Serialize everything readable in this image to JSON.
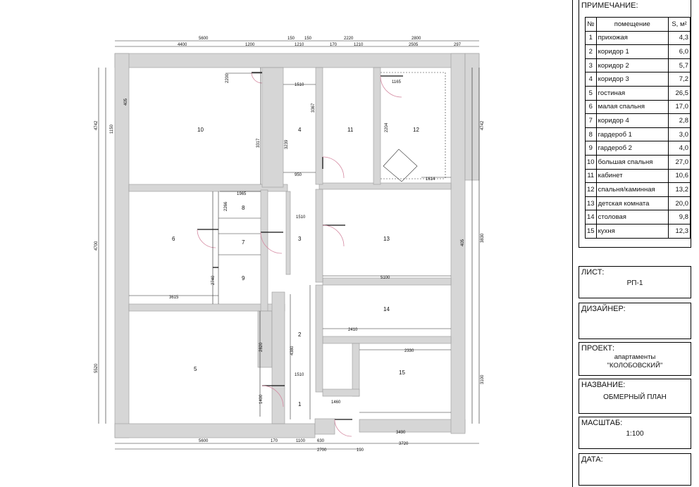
{
  "notes": {
    "title": "ПРИМЕЧАНИЕ:",
    "columns": [
      "№",
      "помещение",
      "S, м²"
    ],
    "rows": [
      [
        "1",
        "прихожая",
        "4,3"
      ],
      [
        "2",
        "коридор 1",
        "6,0"
      ],
      [
        "3",
        "коридор 2",
        "5,7"
      ],
      [
        "4",
        "коридор 3",
        "7,2"
      ],
      [
        "5",
        "гостиная",
        "26,5"
      ],
      [
        "6",
        "малая спальня",
        "17,0"
      ],
      [
        "7",
        "коридор 4",
        "2,8"
      ],
      [
        "8",
        "гардероб 1",
        "3,0"
      ],
      [
        "9",
        "гардероб 2",
        "4,0"
      ],
      [
        "10",
        "большая спальня",
        "27,0"
      ],
      [
        "11",
        "кабинет",
        "10,6"
      ],
      [
        "12",
        "спальня/каминная",
        "13,2"
      ],
      [
        "13",
        "детская комната",
        "20,0"
      ],
      [
        "14",
        "столовая",
        "9,8"
      ],
      [
        "15",
        "кухня",
        "12,3"
      ]
    ]
  },
  "title_block": {
    "sheet_label": "ЛИСТ:",
    "sheet_value": "РП-1",
    "designer_label": "ДИЗАЙНЕР:",
    "designer_value": "",
    "project_label": "ПРОЕКТ:",
    "project_line1": "апартаменты",
    "project_line2": "\"КОЛОБОВСКИЙ\"",
    "name_label": "НАЗВАНИЕ:",
    "name_value": "ОБМЕРНЫЙ ПЛАН",
    "scale_label": "МАСШТАБ:",
    "scale_value": "1:100",
    "date_label": "ДАТА:",
    "date_value": ""
  },
  "plan": {
    "room_labels": [
      "1",
      "2",
      "3",
      "4",
      "5",
      "6",
      "7",
      "8",
      "9",
      "10",
      "11",
      "12",
      "13",
      "14",
      "15"
    ],
    "top_dims": [
      "5600",
      "4400",
      "1200",
      "150",
      "150",
      "1210",
      "2220",
      "170",
      "1210",
      "2800",
      "2505",
      "297"
    ],
    "bottom_dims": [
      "5600",
      "170",
      "1100",
      "630",
      "2700",
      "190",
      "3490",
      "3720"
    ],
    "left_dims": [
      "4742",
      "4700",
      "5520"
    ],
    "right_dims": [
      "4742",
      "3830",
      "3100"
    ],
    "interior_dims": [
      "405",
      "1150",
      "2200",
      "1510",
      "3317",
      "3239",
      "1165",
      "2204",
      "1614",
      "950",
      "1965",
      "3615",
      "5100",
      "2410",
      "2330",
      "1400",
      "1460",
      "2820",
      "2740",
      "4380",
      "1510",
      "3367",
      "405",
      "1510",
      "2266"
    ]
  }
}
